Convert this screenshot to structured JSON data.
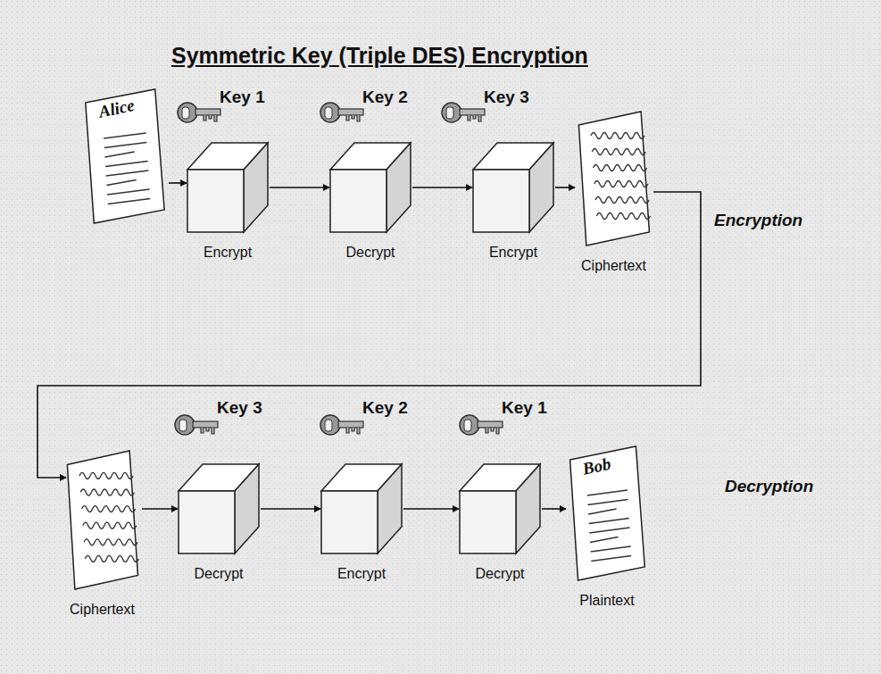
{
  "diagram": {
    "title": "Symmetric Key (Triple DES) Encryption",
    "nodes": [
      {
        "text": [
          "Alice"
        ]
      },
      {
        "text": [
          "Encrypt"
        ]
      },
      {
        "text": [
          "Decrypt"
        ]
      },
      {
        "text": [
          "Encrypt"
        ]
      },
      {
        "text": [
          "Ciphertext"
        ]
      },
      {
        "text": [
          "Ciphertext"
        ]
      },
      {
        "text": [
          "Decrypt"
        ]
      },
      {
        "text": [
          "Encrypt"
        ]
      },
      {
        "text": [
          "Decrypt"
        ]
      },
      {
        "text": [
          "Bob",
          "Plaintext"
        ]
      }
    ],
    "edges": [
      {
        "from": 0,
        "to": 1,
        "arrow": "to"
      },
      {
        "from": 1,
        "to": 2,
        "arrow": "to"
      },
      {
        "from": 2,
        "to": 3,
        "arrow": "to"
      },
      {
        "from": 3,
        "to": 4,
        "arrow": "to"
      },
      {
        "from": 4,
        "to": 5,
        "arrow": "to"
      },
      {
        "from": 5,
        "to": 6,
        "arrow": "to"
      },
      {
        "from": 6,
        "to": 7,
        "arrow": "to"
      },
      {
        "from": 7,
        "to": 8,
        "arrow": "to"
      },
      {
        "from": 8,
        "to": 9,
        "arrow": "to"
      }
    ],
    "labels": [
      "Key 1",
      "Key 2",
      "Key 3",
      "Encryption",
      "Key 3",
      "Key 2",
      "Key 1",
      "Decryption"
    ]
  }
}
